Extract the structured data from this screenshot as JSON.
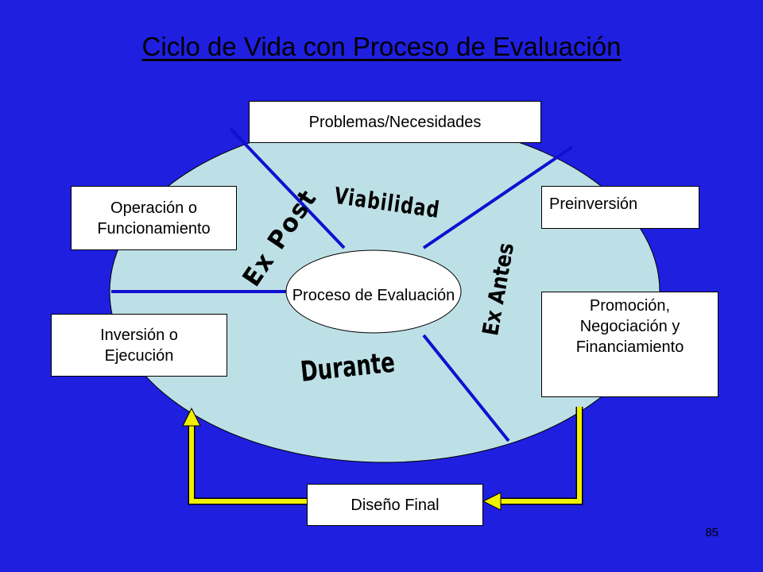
{
  "title": "Ciclo de Vida con Proceso de Evaluación",
  "center": "Proceso de Evaluación",
  "stages": {
    "problems": "Problemas/Necesidades",
    "preinvestment": "Preinversión",
    "promotion": "Promoción, Negociación y Financiamiento",
    "final_design": "Diseño Final",
    "investment": "Inversión o Ejecución",
    "operation": "Operación o Funcionamiento"
  },
  "phases": {
    "viability": "Viabilidad",
    "ex_ante": "Ex Antes",
    "during": "Durante",
    "ex_post": "Ex Post"
  },
  "page_number": "85",
  "colors": {
    "background": "#1f1fe0",
    "ellipse": "#bde0e6",
    "divider": "#1010d0",
    "arrow": "#f0f000"
  }
}
